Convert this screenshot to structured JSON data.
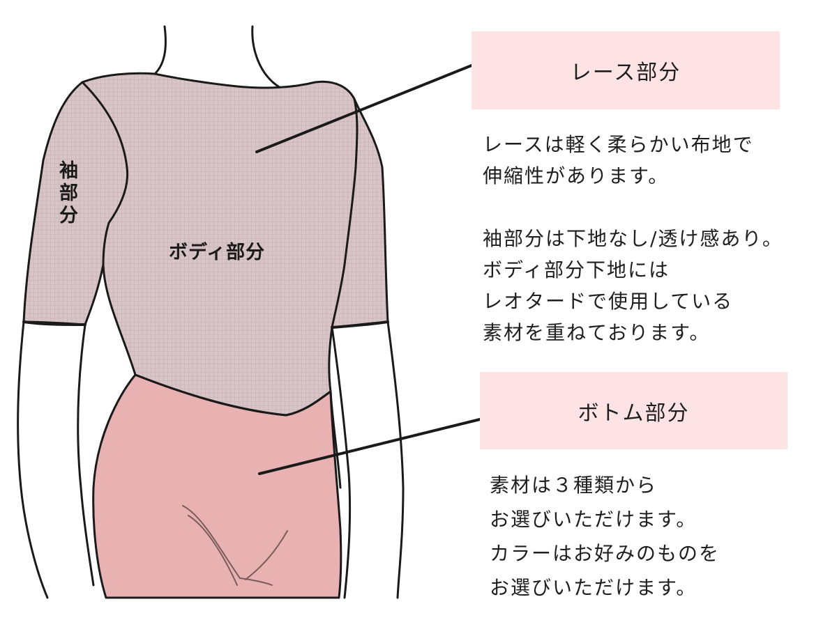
{
  "colors": {
    "lace": "#d8c5c8",
    "lace_grid": "#c0a9ad",
    "bottom": "#e8b2b2",
    "label_box": "#fde3e4",
    "outline": "#1a1a1a"
  },
  "parts": {
    "sleeve_label": "袖部分",
    "body_label": "ボディ部分"
  },
  "lace_callout": {
    "title": "レース部分",
    "lines": [
      "レースは軽く柔らかい布地で",
      "伸縮性があります。",
      "",
      "袖部分は下地なし/透け感あり。",
      "ボディ部分下地には",
      "レオタードで使用している",
      "素材を重ねております。"
    ]
  },
  "bottom_callout": {
    "title": "ボトム部分",
    "lines": [
      "素材は３種類から",
      "お選びいただけます。",
      "カラーはお好みのものを",
      "お選びいただけます。"
    ]
  }
}
